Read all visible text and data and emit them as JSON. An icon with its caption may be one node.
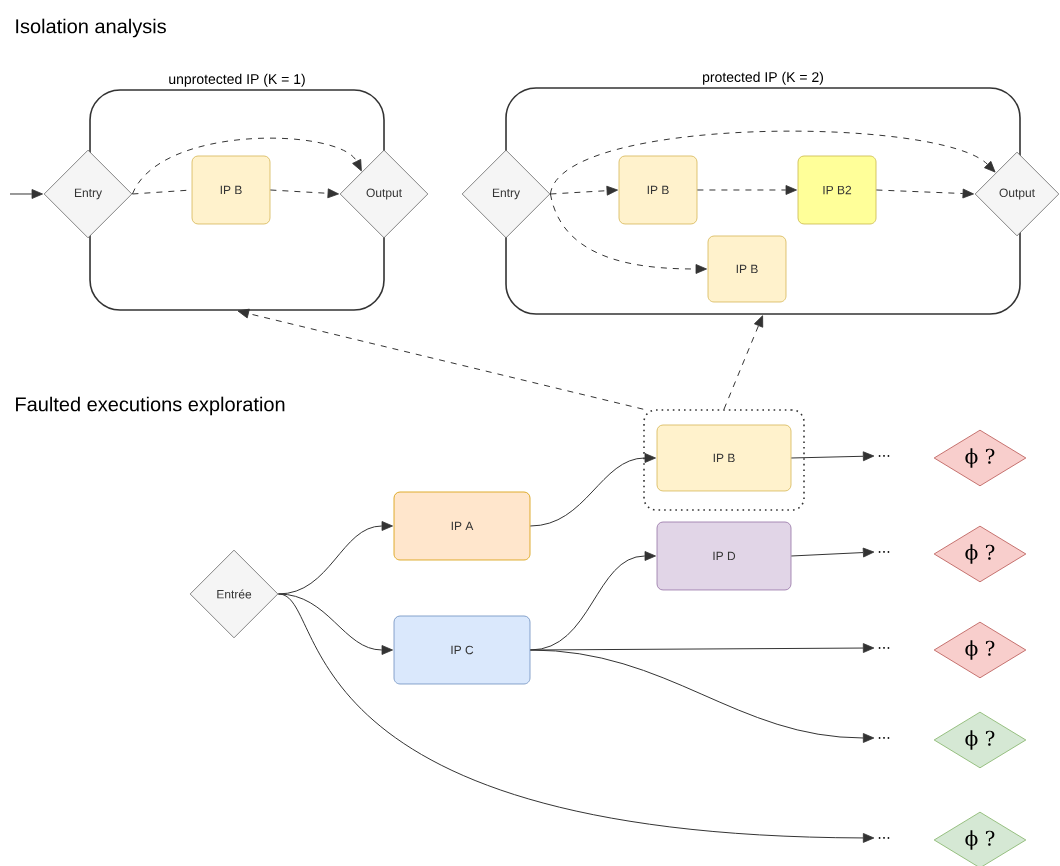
{
  "diagram": {
    "nodes": [
      {
        "text": [
          "unprotected IP (K = 1)"
        ]
      },
      {
        "text": [
          "Entry"
        ]
      },
      {
        "text": [
          "IP B"
        ],
        "in": 0
      },
      {
        "text": [
          "Output"
        ]
      },
      {
        "text": [
          "protected IP (K = 2)"
        ]
      },
      {
        "text": [
          "Entry"
        ]
      },
      {
        "text": [
          "IP B"
        ],
        "in": 4
      },
      {
        "text": [
          "IP B2"
        ],
        "in": 4
      },
      {
        "text": [
          "IP B"
        ],
        "in": 4
      },
      {
        "text": [
          "Output"
        ]
      },
      {
        "text": [
          "Entrée"
        ]
      },
      {
        "text": [
          "IP A"
        ]
      },
      {
        "text": [
          "IP C"
        ]
      },
      {
        "text": [],
        "shape": "box"
      },
      {
        "text": [
          "IP B"
        ],
        "in": 13
      },
      {
        "text": [
          "IP D"
        ]
      },
      {
        "text": [
          "..."
        ]
      },
      {
        "text": [
          "..."
        ]
      },
      {
        "text": [
          "..."
        ]
      },
      {
        "text": [
          "..."
        ]
      },
      {
        "text": [
          "..."
        ]
      },
      {
        "text": [
          "ϕ ?"
        ]
      },
      {
        "text": [
          "ϕ ?"
        ]
      },
      {
        "text": [
          "ϕ ?"
        ]
      },
      {
        "text": [
          "ϕ ?"
        ]
      },
      {
        "text": [
          "ϕ ?"
        ]
      }
    ],
    "edges": [
      {
        "from": null,
        "to": 1,
        "arrow": "to"
      },
      {
        "from": 1,
        "to": 2,
        "arrow": "none",
        "style": "dashed"
      },
      {
        "from": 2,
        "to": 3,
        "arrow": "to",
        "style": "dashed"
      },
      {
        "from": 1,
        "to": 3,
        "arrow": "to",
        "style": "dashed"
      },
      {
        "from": 5,
        "to": 6,
        "arrow": "to",
        "style": "dashed"
      },
      {
        "from": 6,
        "to": 7,
        "arrow": "to",
        "style": "dashed"
      },
      {
        "from": 7,
        "to": 9,
        "arrow": "to",
        "style": "dashed"
      },
      {
        "from": 5,
        "to": 9,
        "arrow": "to",
        "style": "dashed"
      },
      {
        "from": 5,
        "to": 8,
        "arrow": "to",
        "style": "dashed"
      },
      {
        "from": 13,
        "to": 0,
        "arrow": "to",
        "style": "dashed"
      },
      {
        "from": 13,
        "to": 4,
        "arrow": "to",
        "style": "dashed"
      },
      {
        "from": 10,
        "to": 11,
        "arrow": "to"
      },
      {
        "from": 10,
        "to": 12,
        "arrow": "to"
      },
      {
        "from": 11,
        "to": 14,
        "arrow": "to"
      },
      {
        "from": 12,
        "to": 15,
        "arrow": "to"
      },
      {
        "from": 14,
        "to": 16,
        "arrow": "to"
      },
      {
        "from": 15,
        "to": 17,
        "arrow": "to"
      },
      {
        "from": 12,
        "to": 18,
        "arrow": "to"
      },
      {
        "from": 12,
        "to": 19,
        "arrow": "to"
      },
      {
        "from": 10,
        "to": 20,
        "arrow": "to"
      }
    ],
    "labels": [
      "Isolation analysis",
      "Faulted executions exploration"
    ]
  }
}
